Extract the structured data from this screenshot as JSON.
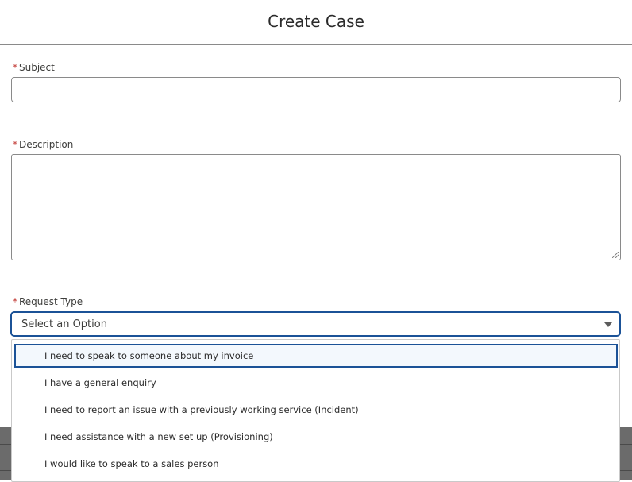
{
  "modal": {
    "title": "Create Case"
  },
  "fields": {
    "subject": {
      "label": "Subject",
      "required_marker": "*",
      "value": ""
    },
    "description": {
      "label": "Description",
      "required_marker": "*",
      "value": ""
    },
    "request_type": {
      "label": "Request Type",
      "required_marker": "*",
      "selected": "Select an Option",
      "options": [
        "I need to speak to someone about my invoice",
        "I have a general enquiry",
        "I need to report an issue with a previously working service (Incident)",
        "I need assistance with a new set up (Provisioning)",
        "I would like to speak to a sales person"
      ],
      "focused_option_index": 0
    }
  },
  "colors": {
    "accent": "#1b5297",
    "required": "#c23934",
    "focus_bg": "#f3f8fd"
  }
}
